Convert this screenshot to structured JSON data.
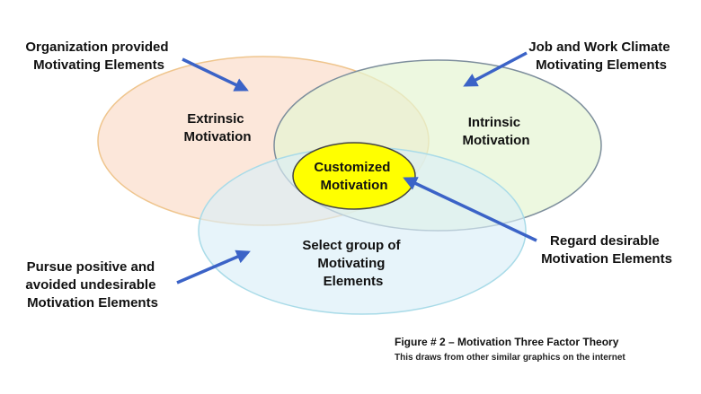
{
  "circles": {
    "extrinsic": {
      "line1": "Extrinsic",
      "line2": "Motivation",
      "fill_color": "#fbe3d4",
      "stroke_color": "#efc58d"
    },
    "intrinsic": {
      "line1": "Intrinsic",
      "line2": "Motivation",
      "fill_color": "#e6f5d3",
      "stroke_color": "#7d8e9c"
    },
    "select_group": {
      "line1": "Select group of",
      "line2": "Motivating",
      "line3": "Elements",
      "fill_color": "#daeef7",
      "stroke_color": "#a9dbe8"
    },
    "customized": {
      "line1": "Customized",
      "line2": "Motivation",
      "fill_color": "#ffff00",
      "stroke_color": "#444444"
    }
  },
  "callouts": {
    "organization": {
      "line1": "Organization provided",
      "line2": "Motivating Elements"
    },
    "job_climate": {
      "line1": "Job and Work Climate",
      "line2": "Motivating Elements"
    },
    "pursue": {
      "line1": "Pursue  positive and",
      "line2": "avoided undesirable",
      "line3": "Motivation Elements"
    },
    "regard": {
      "line1": "Regard desirable",
      "line2": "Motivation Elements"
    }
  },
  "arrow_color": "#3b63c7",
  "caption": {
    "title": "Figure # 2 – Motivation Three Factor Theory",
    "subtitle": "This draws from other similar graphics on the internet"
  }
}
